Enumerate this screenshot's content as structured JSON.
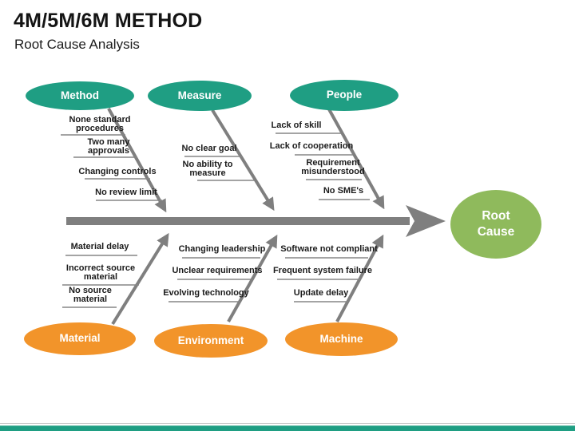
{
  "header": {
    "title": "4M/5M/6M METHOD",
    "subtitle": "Root Cause Analysis"
  },
  "colors": {
    "category_top": "#1F9E83",
    "category_bottom": "#F2942A",
    "effect": "#8FBA5C",
    "arrow_gray": "#7F7F7F",
    "footer_bar": "#1F9E83"
  },
  "diagram": {
    "effect": {
      "label": "Root Cause"
    },
    "top_categories": [
      {
        "label": "Method",
        "causes": [
          "None standard procedures",
          "Two many approvals",
          "Changing controls",
          "No review limit"
        ]
      },
      {
        "label": "Measure",
        "causes": [
          "No clear goal",
          "No ability to measure"
        ]
      },
      {
        "label": "People",
        "causes": [
          "Lack of skill",
          "Lack of cooperation",
          "Requirement misunderstood",
          "No SME's"
        ]
      }
    ],
    "bottom_categories": [
      {
        "label": "Material",
        "causes": [
          "Material delay",
          "Incorrect source material",
          "No source material"
        ]
      },
      {
        "label": "Environment",
        "causes": [
          "Changing leadership",
          "Unclear requirements",
          "Evolving technology"
        ]
      },
      {
        "label": "Machine",
        "causes": [
          "Software not compliant",
          "Frequent system failure",
          "Update delay"
        ]
      }
    ]
  }
}
